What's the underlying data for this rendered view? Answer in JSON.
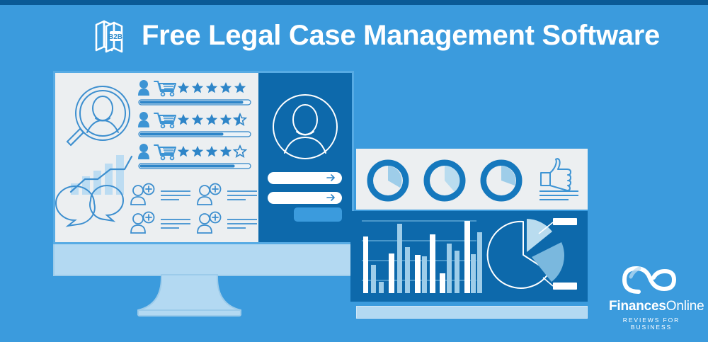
{
  "page": {
    "background_color": "#3b9bdd",
    "top_strip_color": "#0a5a96",
    "title": "Free Legal Case Management Software"
  },
  "header": {
    "logo_label": "B2B",
    "logo_icon": "books-icon",
    "title": "Free Legal Case Management Software"
  },
  "monitor": {
    "screen_bg": "#eceff1",
    "bezel_color": "#b3d9f2",
    "border_color": "#57abe4",
    "left_panel": {
      "magnifier_icon": "magnifier-person-icon",
      "trend_chart": {
        "type": "bar",
        "bars": [
          22,
          45,
          58,
          75,
          92
        ],
        "line_icon": "trend-line-icon"
      },
      "chat_icon": "speech-bubbles-icon",
      "review_rows": [
        {
          "user_icon": "user-icon",
          "cart_icon": "cart-icon",
          "stars_full": 5,
          "stars_half": 0,
          "stars_empty": 0,
          "progress": 93
        },
        {
          "user_icon": "user-icon",
          "cart_icon": "cart-icon",
          "stars_full": 4,
          "stars_half": 1,
          "stars_empty": 0,
          "progress": 75
        },
        {
          "user_icon": "user-icon",
          "cart_icon": "cart-icon",
          "stars_full": 4,
          "stars_half": 0,
          "stars_empty": 1,
          "progress": 85
        }
      ],
      "contact_cards": [
        {
          "icon": "add-contact-icon",
          "lines": 3
        },
        {
          "icon": "add-contact-icon",
          "lines": 3
        },
        {
          "icon": "add-contact-icon",
          "lines": 3
        },
        {
          "icon": "add-contact-icon",
          "lines": 3
        }
      ]
    },
    "login_panel": {
      "background": "#0d69ab",
      "avatar_icon": "user-avatar-icon",
      "fields": [
        {
          "name": "username-field",
          "value": "",
          "arrow_icon": "arrow-right-icon"
        },
        {
          "name": "password-field",
          "value": "",
          "arrow_icon": "arrow-right-icon"
        }
      ],
      "submit_button": {
        "label": "",
        "color": "#3b9bdd"
      }
    }
  },
  "dashboard": {
    "top_panel_bg": "#eceff1",
    "body_bg": "#0d69ab",
    "base_color": "#b3d9f2",
    "donuts": [
      {
        "name": "donut-chart-1",
        "value": 22,
        "ring_color": "#1578bd",
        "wedge_color": "#9ecde9"
      },
      {
        "name": "donut-chart-2",
        "value": 30,
        "ring_color": "#1578bd",
        "wedge_color": "#b9dcef"
      },
      {
        "name": "donut-chart-3",
        "value": 26,
        "ring_color": "#1578bd",
        "wedge_color": "#9ecde9"
      }
    ],
    "thumbs_up": {
      "icon": "thumbs-up-icon",
      "lines": 3
    },
    "bar_chart": {
      "type": "bar",
      "grid": true,
      "values": [
        72,
        36,
        14,
        50,
        88,
        58,
        48,
        46,
        74,
        22,
        63,
        56,
        92,
        52,
        78
      ],
      "colors": [
        "#ffffff",
        "#9ecde9",
        "#9ecde9",
        "#ffffff",
        "#9ecde9",
        "#9ecde9",
        "#ffffff",
        "#9ecde9",
        "#ffffff",
        "#ffffff",
        "#9ecde9",
        "#9ecde9",
        "#ffffff",
        "#9ecde9",
        "#9ecde9"
      ]
    },
    "pie_chart": {
      "type": "pie",
      "slices": [
        {
          "label": "",
          "value": 55,
          "color": "transparent",
          "stroke": "#ffffff"
        },
        {
          "label": "",
          "value": 20,
          "color": "#b9dcef",
          "exploded": true
        },
        {
          "label": "",
          "value": 25,
          "color": "#7ab8de",
          "exploded": true
        }
      ],
      "callouts": [
        {
          "name": "pie-callout-top",
          "text": ""
        },
        {
          "name": "pie-callout-bottom",
          "text": ""
        }
      ]
    }
  },
  "brand": {
    "mark_icon": "finances-online-infinity-icon",
    "name_bold": "Finances",
    "name_light": "Online",
    "tagline": "REVIEWS FOR BUSINESS"
  }
}
